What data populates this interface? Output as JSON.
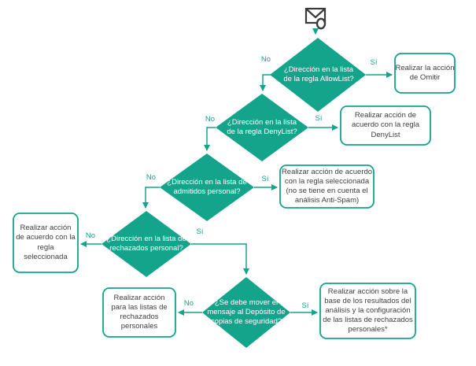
{
  "diagram": {
    "type": "flowchart",
    "labels": {
      "yes": "Sí",
      "no": "No"
    },
    "decisions": [
      {
        "text": "¿Dirección en la lista de la regla AllowList?"
      },
      {
        "text": "¿Dirección en la lista de la regla DenyList?"
      },
      {
        "text": "¿Dirección en la lista de admitidos personal?"
      },
      {
        "text": "¿Dirección en la lista de rechazados personal?"
      },
      {
        "text": "¿Se debe mover el mensaje al Depósito de copias de seguridad?"
      }
    ],
    "actions": [
      {
        "text": "Realizar la acción de Omitir"
      },
      {
        "text": "Realizar acción de acuerdo con la regla DenyList"
      },
      {
        "text": "Realizar acción de acuerdo con la regla seleccionada (no se tiene en cuenta el análisis Anti-Spam)"
      },
      {
        "text": "Realizar acción de acuerdo con la regla seleccionada"
      },
      {
        "text": "Realizar acción para las listas de rechazados personales"
      },
      {
        "text": "Realizar acción sobre la base de los resultados del análisis y la configuración de las listas de rechazados personales*"
      }
    ],
    "start_icon": "email-icon",
    "colors": {
      "accent": "#14a38b",
      "decision_text": "#ffffff",
      "action_text": "#3f3f3f",
      "icon_stroke": "#3a3a3a",
      "background": "#ffffff"
    }
  }
}
